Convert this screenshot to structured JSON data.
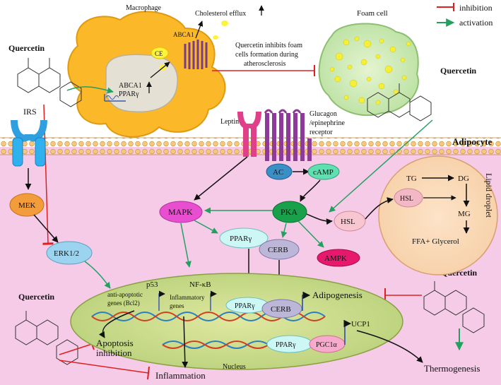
{
  "legend": {
    "inhibition": "inhibition",
    "activation": "activation",
    "inhibition_color": "#e02020",
    "activation_color": "#22a060"
  },
  "macrophage": {
    "title": "Macrophage",
    "abca1_membrane": "ABCA1",
    "ce": "CE",
    "nucleus_abca1": "ABCA1",
    "nucleus_ppar": "PPARγ",
    "efflux": "Cholesterol efflux",
    "note_line1": "Quercetin inhibits foam",
    "note_line2": "cells formation during",
    "note_line3": "atherosclerosis"
  },
  "foam_cell": {
    "title": "Foam cell"
  },
  "quercetin_labels": [
    "Quercetin",
    "Quercetin",
    "Quercetin",
    "Quercetin"
  ],
  "irs": "IRS",
  "mek": "MEK",
  "erk": "ERK1/2",
  "leptin": "Leptin",
  "glucagon": {
    "line1": "Glucagon",
    "line2": "/epinephrine",
    "line3": "receptor"
  },
  "adipocyte": "Adipocyte",
  "lipid_droplet": {
    "title": "Lipid droplet",
    "tg": "TG",
    "dg": "DG",
    "hsl": "HSL",
    "mg": "MG",
    "ffa": "FFA+ Glycerol"
  },
  "signaling": {
    "ac": "AC",
    "camp": "cAMP",
    "pka": "PKA",
    "mapk": "MAPK",
    "hsl": "HSL",
    "ppar": "PPARγ",
    "cerb": "CERB",
    "ampk": "AMPK"
  },
  "nucleus": {
    "title": "Nucleus",
    "p53": "p53",
    "nfkb": "NF-κB",
    "anti_line1": "anti-apoptotic",
    "anti_line2": "genes (Bcl2)",
    "infl_line1": "Inflammatory",
    "infl_line2": "genes",
    "ppar_top": "PPARγ",
    "cerb": "CERB",
    "ppar_bottom": "PPARγ",
    "pgc": "PGC1α",
    "ucp1": "UCP1"
  },
  "outcomes": {
    "adipogenesis": "Adipogenesis",
    "apoptosis": "Apoptosis",
    "inhibition": "inhibition",
    "inflammation": "Inflammation",
    "thermogenesis": "Thermogenesis"
  }
}
